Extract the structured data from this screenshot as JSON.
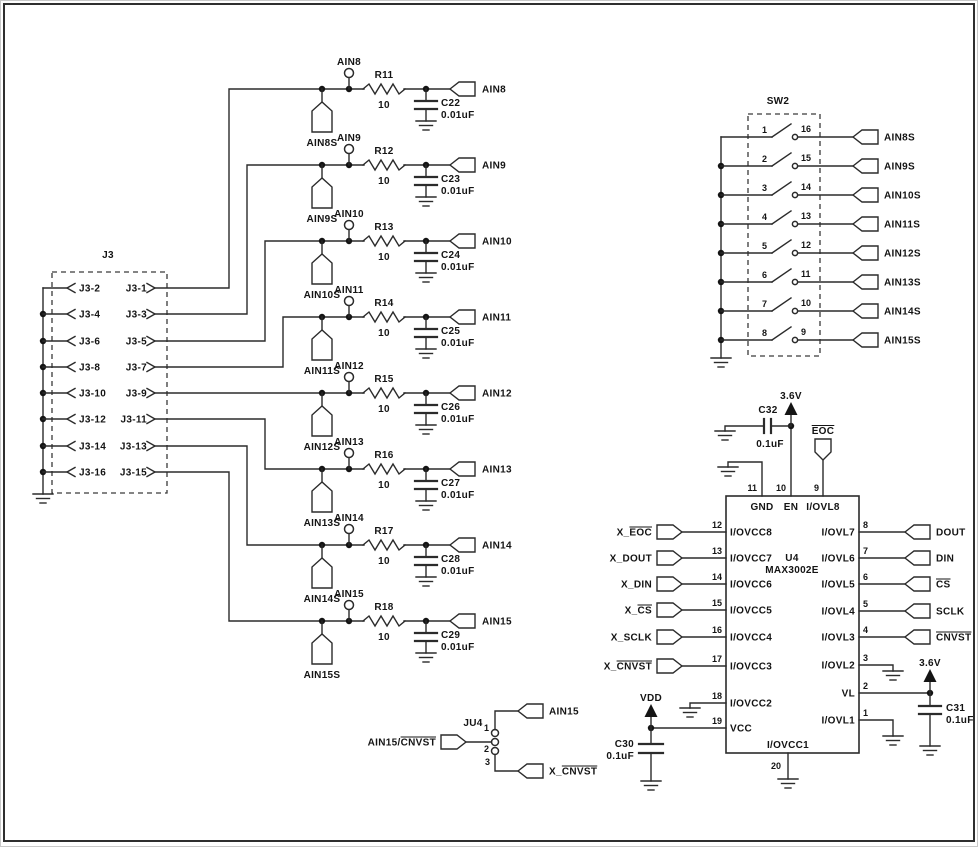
{
  "schematic": {
    "j3": {
      "label": "J3",
      "left_pins": [
        "J3-2",
        "J3-4",
        "J3-6",
        "J3-8",
        "J3-10",
        "J3-12",
        "J3-14",
        "J3-16"
      ],
      "right_pins": [
        "J3-1",
        "J3-3",
        "J3-5",
        "J3-7",
        "J3-9",
        "J3-11",
        "J3-13",
        "J3-15"
      ]
    },
    "filters": [
      {
        "tp": "AIN8",
        "stub": "AIN8S",
        "r_ref": "R11",
        "r_val": "10",
        "c_ref": "C22",
        "c_val": "0.01uF",
        "out": "AIN8"
      },
      {
        "tp": "AIN9",
        "stub": "AIN9S",
        "r_ref": "R12",
        "r_val": "10",
        "c_ref": "C23",
        "c_val": "0.01uF",
        "out": "AIN9"
      },
      {
        "tp": "AIN10",
        "stub": "AIN10S",
        "r_ref": "R13",
        "r_val": "10",
        "c_ref": "C24",
        "c_val": "0.01uF",
        "out": "AIN10"
      },
      {
        "tp": "AIN11",
        "stub": "AIN11S",
        "r_ref": "R14",
        "r_val": "10",
        "c_ref": "C25",
        "c_val": "0.01uF",
        "out": "AIN11"
      },
      {
        "tp": "AIN12",
        "stub": "AIN12S",
        "r_ref": "R15",
        "r_val": "10",
        "c_ref": "C26",
        "c_val": "0.01uF",
        "out": "AIN12"
      },
      {
        "tp": "AIN13",
        "stub": "AIN13S",
        "r_ref": "R16",
        "r_val": "10",
        "c_ref": "C27",
        "c_val": "0.01uF",
        "out": "AIN13"
      },
      {
        "tp": "AIN14",
        "stub": "AIN14S",
        "r_ref": "R17",
        "r_val": "10",
        "c_ref": "C28",
        "c_val": "0.01uF",
        "out": "AIN14"
      },
      {
        "tp": "AIN15",
        "stub": "AIN15S",
        "r_ref": "R18",
        "r_val": "10",
        "c_ref": "C29",
        "c_val": "0.01uF",
        "out": "AIN15"
      }
    ],
    "sw2": {
      "label": "SW2",
      "rows": [
        {
          "pl": "1",
          "pr": "16",
          "out": "AIN8S"
        },
        {
          "pl": "2",
          "pr": "15",
          "out": "AIN9S"
        },
        {
          "pl": "3",
          "pr": "14",
          "out": "AIN10S"
        },
        {
          "pl": "4",
          "pr": "13",
          "out": "AIN11S"
        },
        {
          "pl": "5",
          "pr": "12",
          "out": "AIN12S"
        },
        {
          "pl": "6",
          "pr": "11",
          "out": "AIN13S"
        },
        {
          "pl": "7",
          "pr": "10",
          "out": "AIN14S"
        },
        {
          "pl": "8",
          "pr": "9",
          "out": "AIN15S"
        }
      ]
    },
    "u4": {
      "ref": "U4",
      "part": "MAX3002E",
      "pins_top": [
        {
          "num": "11",
          "name": "GND"
        },
        {
          "num": "10",
          "name": "EN"
        },
        {
          "num": "9",
          "name": "I/OVL8"
        }
      ],
      "pins_left": [
        {
          "num": "12",
          "name": "I/OVCC8",
          "conn": "X_",
          "bar": "EOC"
        },
        {
          "num": "13",
          "name": "I/OVCC7",
          "conn": "X_DOUT",
          "bar": ""
        },
        {
          "num": "14",
          "name": "I/OVCC6",
          "conn": "X_DIN",
          "bar": ""
        },
        {
          "num": "15",
          "name": "I/OVCC5",
          "conn": "X_",
          "bar": "CS"
        },
        {
          "num": "16",
          "name": "I/OVCC4",
          "conn": "X_SCLK",
          "bar": ""
        },
        {
          "num": "17",
          "name": "I/OVCC3",
          "conn": "X_",
          "bar": "CNVST"
        },
        {
          "num": "18",
          "name": "I/OVCC2"
        },
        {
          "num": "19",
          "name": "VCC"
        }
      ],
      "pins_right": [
        {
          "num": "8",
          "name": "I/OVL7",
          "conn": "DOUT",
          "bar": ""
        },
        {
          "num": "7",
          "name": "I/OVL6",
          "conn": "DIN",
          "bar": ""
        },
        {
          "num": "6",
          "name": "I/OVL5",
          "conn": "",
          "bar": "CS"
        },
        {
          "num": "5",
          "name": "I/OVL4",
          "conn": "SCLK",
          "bar": ""
        },
        {
          "num": "4",
          "name": "I/OVL3",
          "conn": "",
          "bar": "CNVST"
        },
        {
          "num": "3",
          "name": "I/OVL2"
        },
        {
          "num": "2",
          "name": "VL"
        },
        {
          "num": "1",
          "name": "I/OVL1"
        }
      ],
      "pin_bottom": {
        "num": "20",
        "name": "I/OVCC1"
      },
      "eoc_bar": "EOC",
      "c32": {
        "ref": "C32",
        "val": "0.1uF"
      },
      "c30": {
        "ref": "C30",
        "val": "0.1uF"
      },
      "c31": {
        "ref": "C31",
        "val": "0.1uF"
      },
      "vdd": "VDD",
      "v_top": "3.6V",
      "v_right": "3.6V"
    },
    "ju4": {
      "label": "JU4",
      "p1": "1",
      "p2": "2",
      "p3": "3",
      "top_out": "AIN15",
      "left_in": "AIN15/",
      "left_in_bar": "CNVST",
      "bottom_out": "X_",
      "bottom_out_bar": "CNVST"
    }
  }
}
